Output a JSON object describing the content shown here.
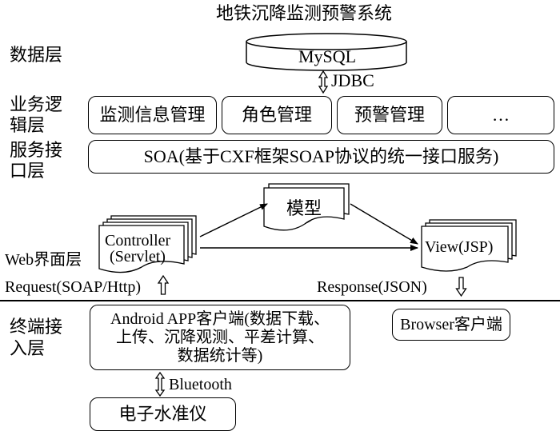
{
  "title": "地铁沉降监测预警系统",
  "layers": {
    "data": "数据层",
    "business_line1": "业务逻",
    "business_line2": "辑层",
    "service_line1": "服务接",
    "service_line2": "口层",
    "web": "Web界面层",
    "terminal_line1": "终端接",
    "terminal_line2": "入层"
  },
  "database": {
    "label": "MySQL",
    "link": "JDBC"
  },
  "business_modules": [
    "监测信息管理",
    "角色管理",
    "预警管理",
    "…"
  ],
  "service_box": "SOA(基于CXF框架SOAP协议的统一接口服务)",
  "web": {
    "controller_line1": "Controller",
    "controller_line2": "(Servlet)",
    "model": "模型",
    "view": "View(JSP)"
  },
  "flows": {
    "request": "Request(SOAP/Http)",
    "response": "Response(JSON)"
  },
  "terminal": {
    "android_line1": "Android APP客户端(数据下载、",
    "android_line2": "上传、沉降观测、平差计算、",
    "android_line3": "数据统计等)",
    "browser": "Browser客户端",
    "link": "Bluetooth",
    "device": "电子水准仪"
  }
}
